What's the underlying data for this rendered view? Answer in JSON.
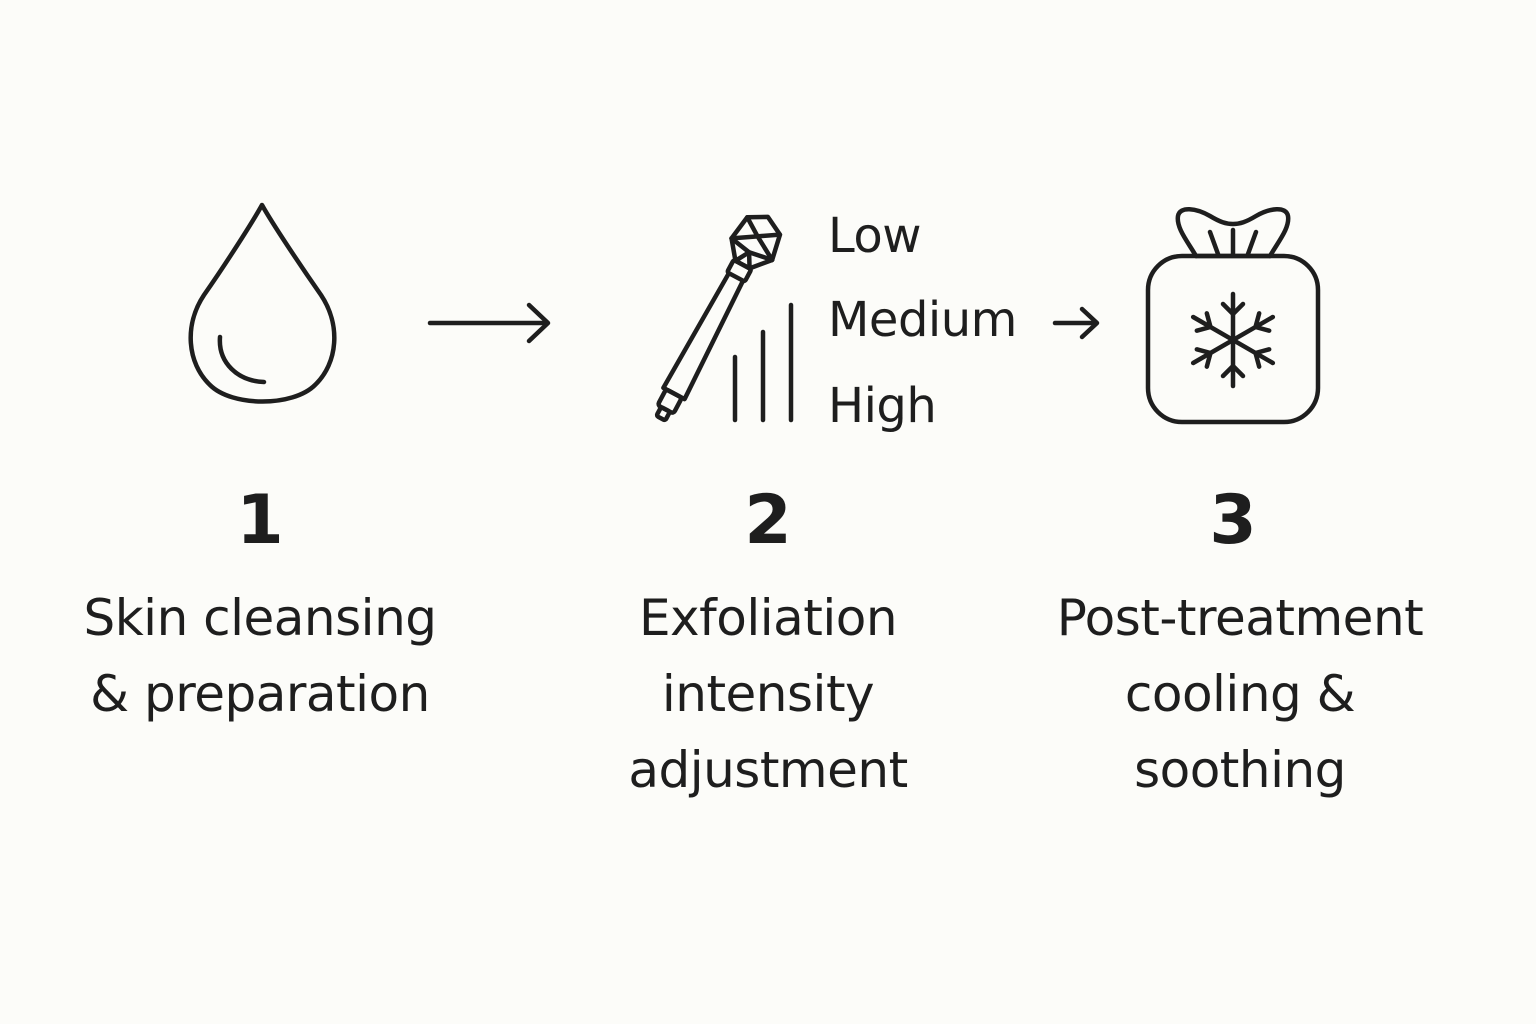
{
  "steps": [
    {
      "number": "1",
      "label_lines": [
        "Skin cleansing",
        "& preparation"
      ],
      "icon": "water-drop-icon"
    },
    {
      "number": "2",
      "label_lines": [
        "Exfoliation",
        "intensity",
        "adjustment"
      ],
      "icon": "microdermabrasion-wand-icon",
      "levels": [
        "Low",
        "Medium",
        "High"
      ]
    },
    {
      "number": "3",
      "label_lines": [
        "Post-treatment",
        "cooling &",
        "soothing"
      ],
      "icon": "cold-pack-snowflake-icon"
    }
  ],
  "colors": {
    "background": "#fcfcf9",
    "ink": "#1e1e1e"
  }
}
